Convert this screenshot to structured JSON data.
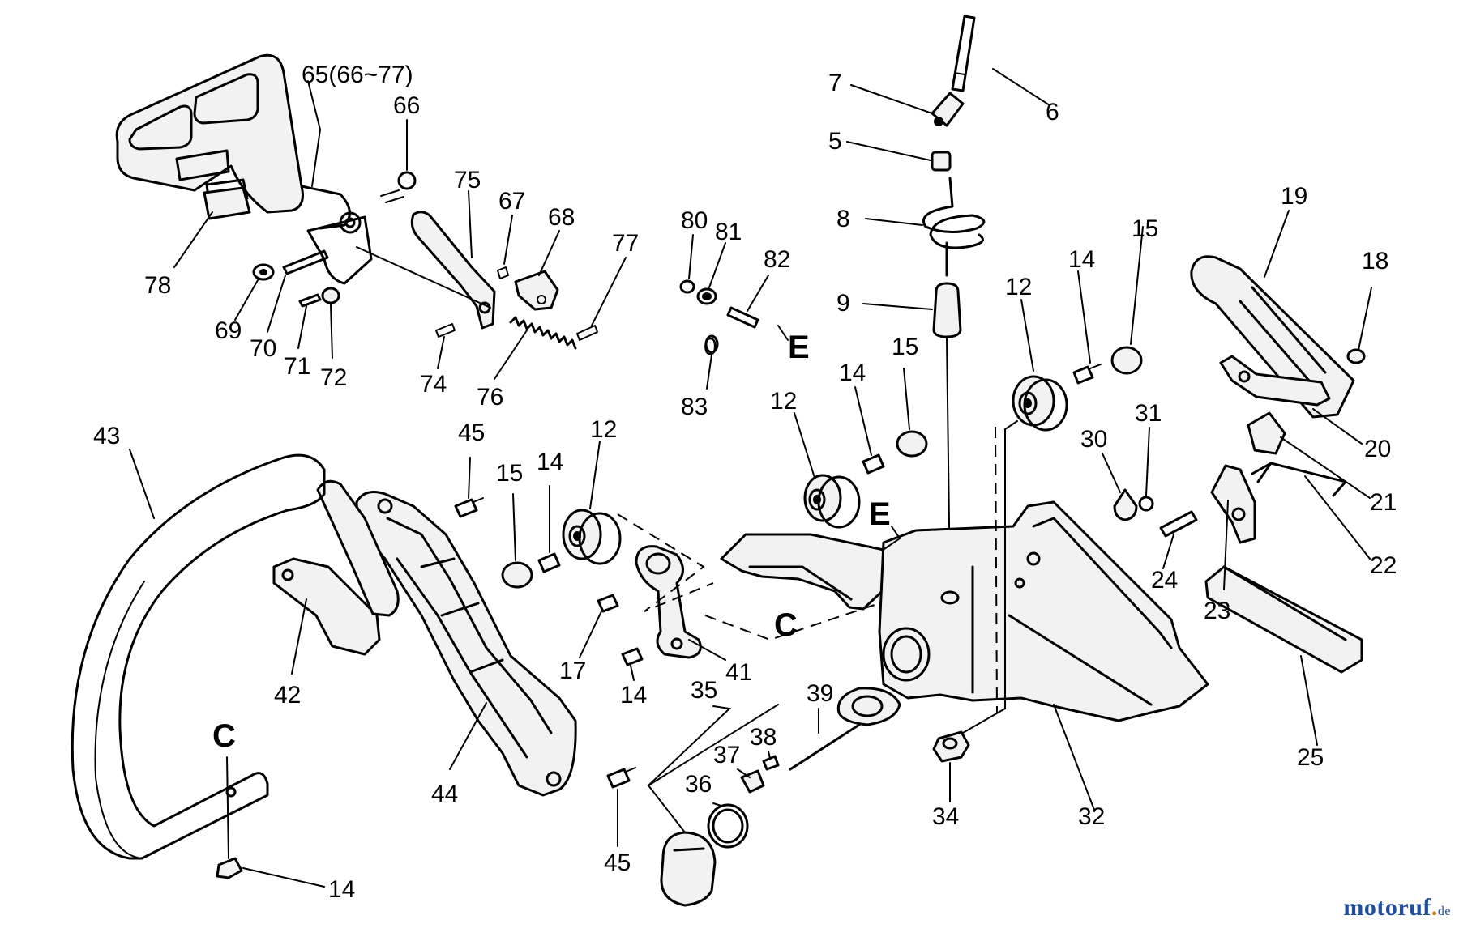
{
  "labels": {
    "p65": "65(66~77)",
    "p66": "66",
    "p67": "67",
    "p68": "68",
    "p69": "69",
    "p70": "70",
    "p71": "71",
    "p72": "72",
    "p74": "74",
    "p75": "75",
    "p76": "76",
    "p77": "77",
    "p78": "78",
    "p80": "80",
    "p81": "81",
    "p82": "82",
    "p83": "83",
    "p5": "5",
    "p6": "6",
    "p7": "7",
    "p8": "8",
    "p9": "9",
    "p12a": "12",
    "p12b": "12",
    "p12c": "12",
    "p14a": "14",
    "p14b": "14",
    "p14c": "14",
    "p14d": "14",
    "p14e": "14",
    "p15a": "15",
    "p15b": "15",
    "p15c": "15",
    "p17": "17",
    "p18": "18",
    "p19": "19",
    "p20": "20",
    "p21": "21",
    "p22": "22",
    "p23": "23",
    "p24": "24",
    "p25": "25",
    "p30": "30",
    "p31": "31",
    "p32": "32",
    "p34": "34",
    "p35": "35",
    "p36": "36",
    "p37": "37",
    "p38": "38",
    "p39": "39",
    "p41": "41",
    "p42": "42",
    "p43": "43",
    "p44": "44",
    "p45a": "45",
    "p45b": "45",
    "ref_e1": "E",
    "ref_e2": "E",
    "ref_c1": "C",
    "ref_c2": "C"
  },
  "watermark": {
    "main": "motoruf",
    "dot": ".",
    "tld": "de"
  }
}
